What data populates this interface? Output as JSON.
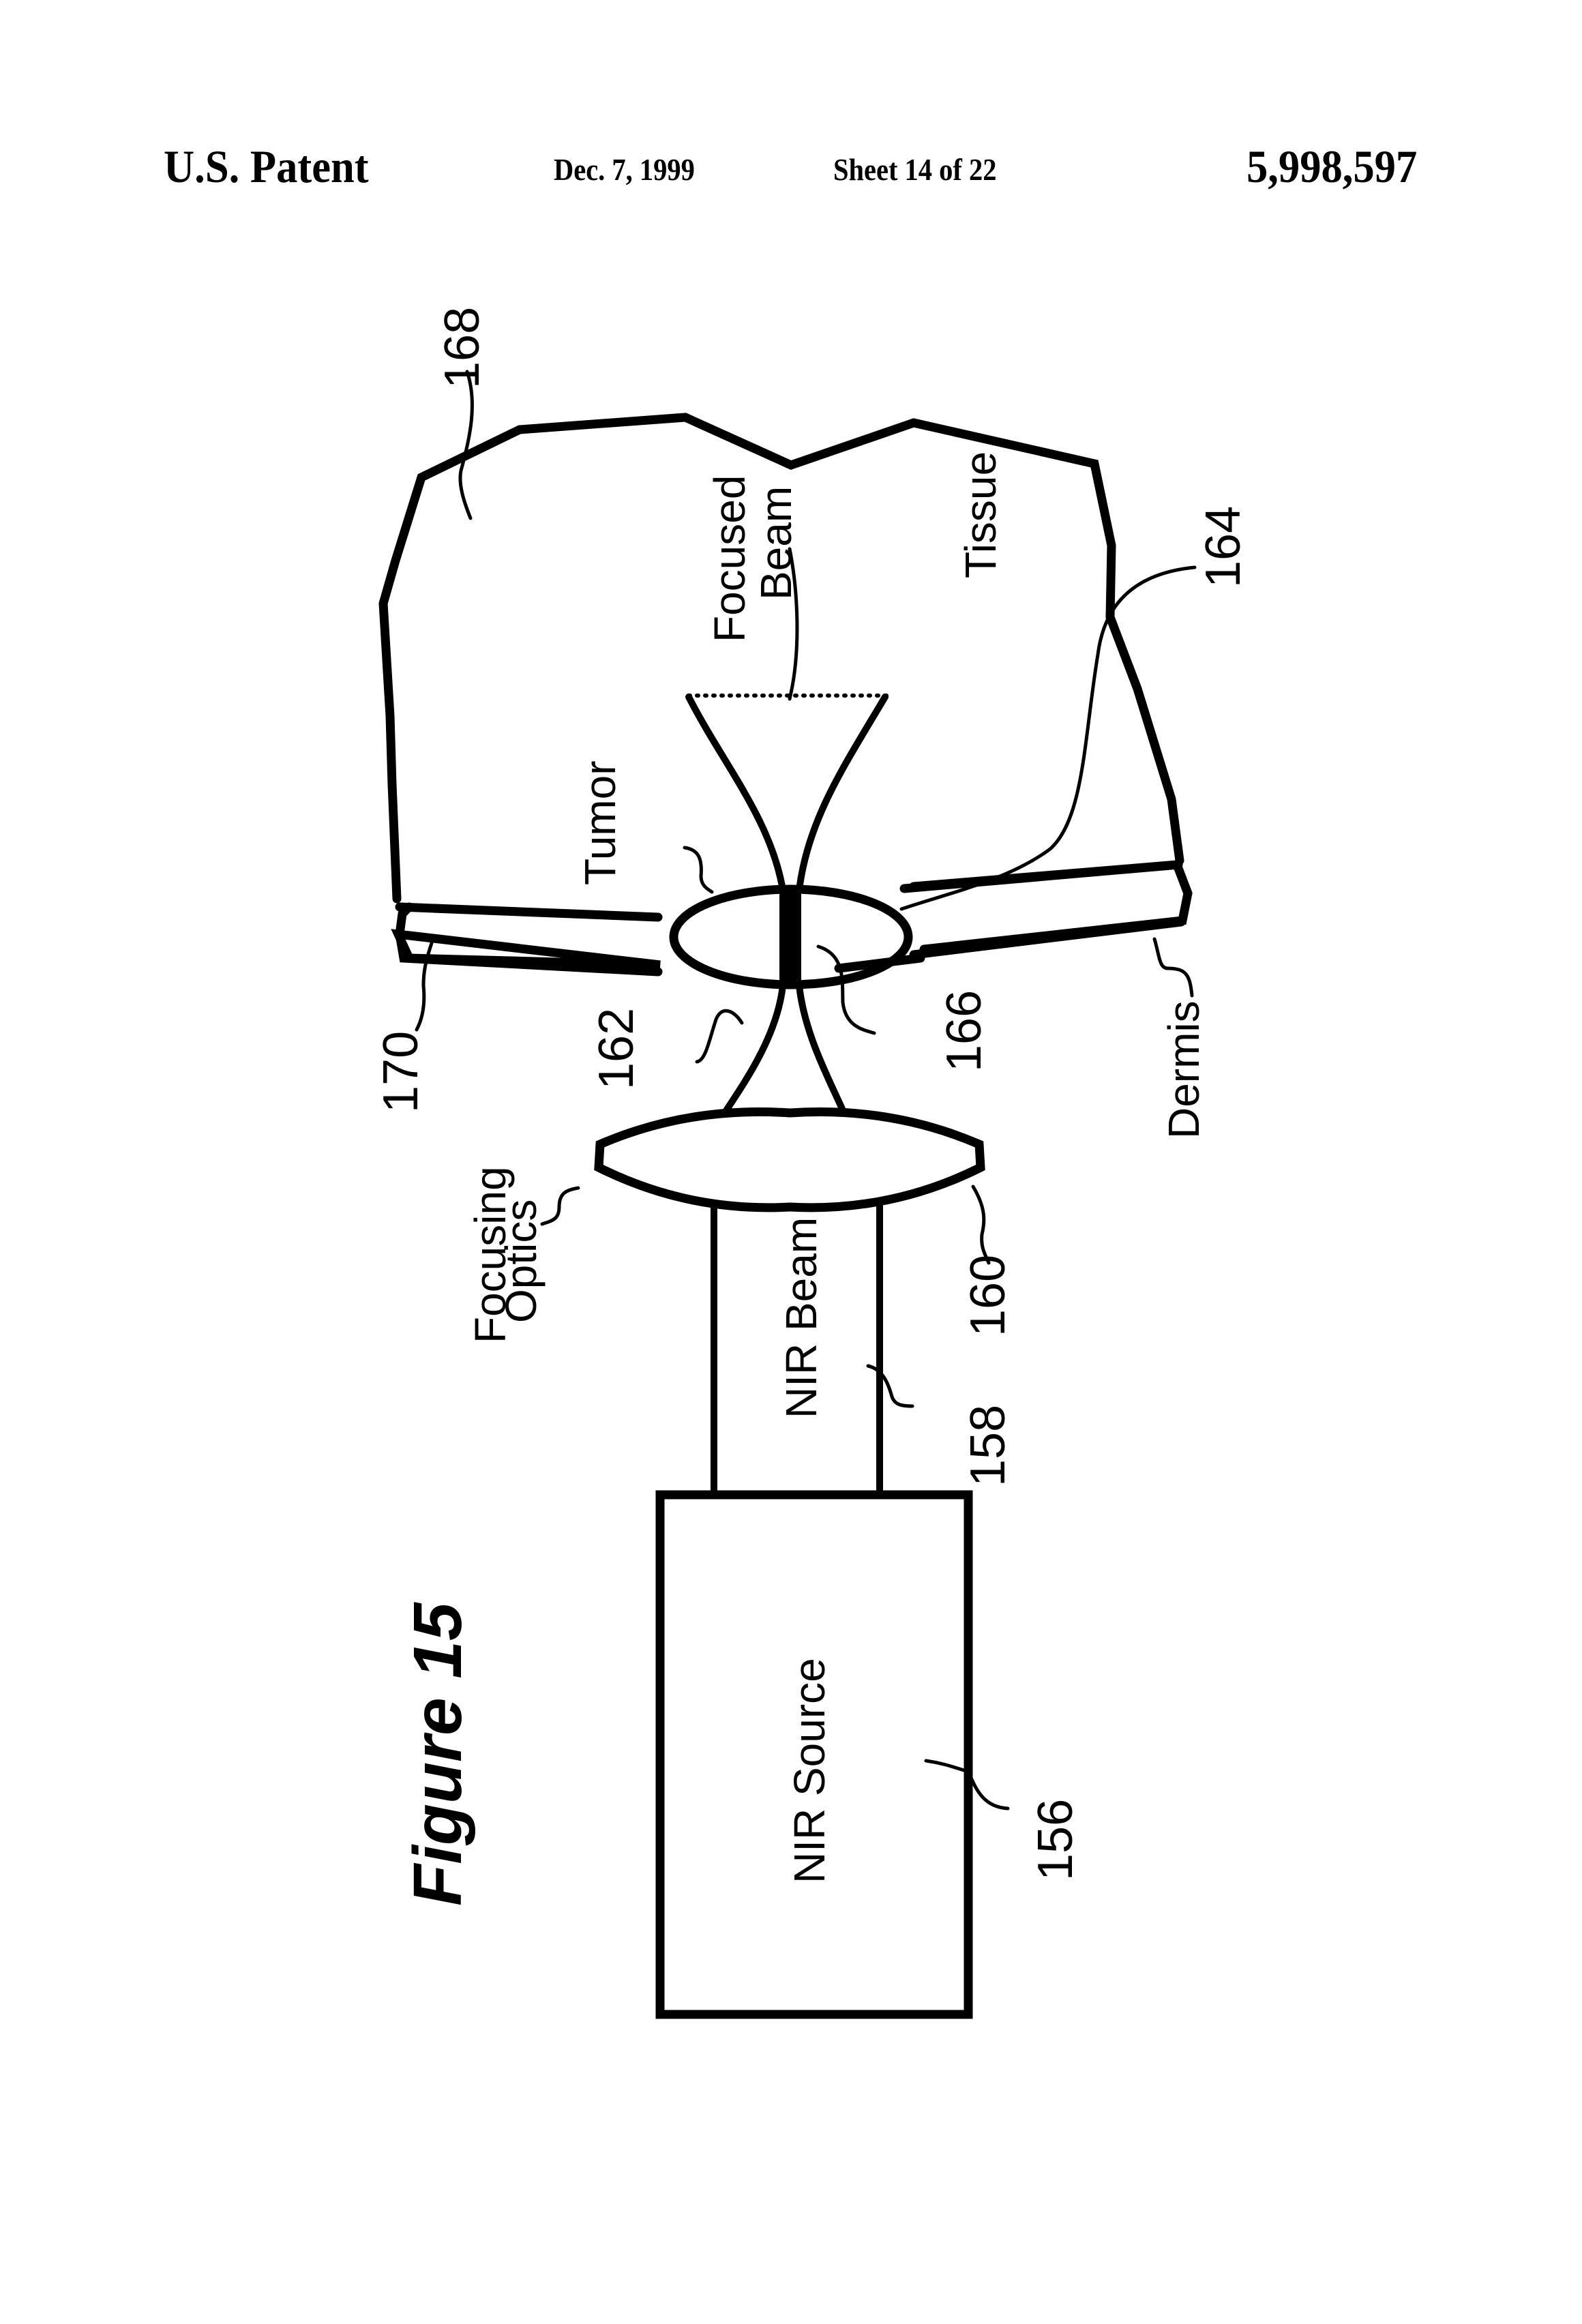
{
  "header": {
    "title": "U.S. Patent",
    "date": "Dec. 7, 1999",
    "sheet": "Sheet 14 of 22",
    "patent_number": "5,998,597"
  },
  "figure": {
    "title": "Figure 15",
    "labels": {
      "focused_beam_line1": "Focused",
      "focused_beam_line2": "Beam",
      "tissue": "Tissue",
      "tumor": "Tumor",
      "dermis": "Dermis",
      "focusing_optics_line1": "Focusing",
      "focusing_optics_line2": "Optics",
      "nir_beam": "NIR Beam",
      "nir_source": "NIR Source"
    },
    "reference_numerals": {
      "nir_source": "156",
      "nir_beam": "158",
      "focusing_optics": "160",
      "converging_beam": "162",
      "focal_region": "164",
      "tumor": "166",
      "tissue": "168",
      "dermis": "170"
    }
  }
}
